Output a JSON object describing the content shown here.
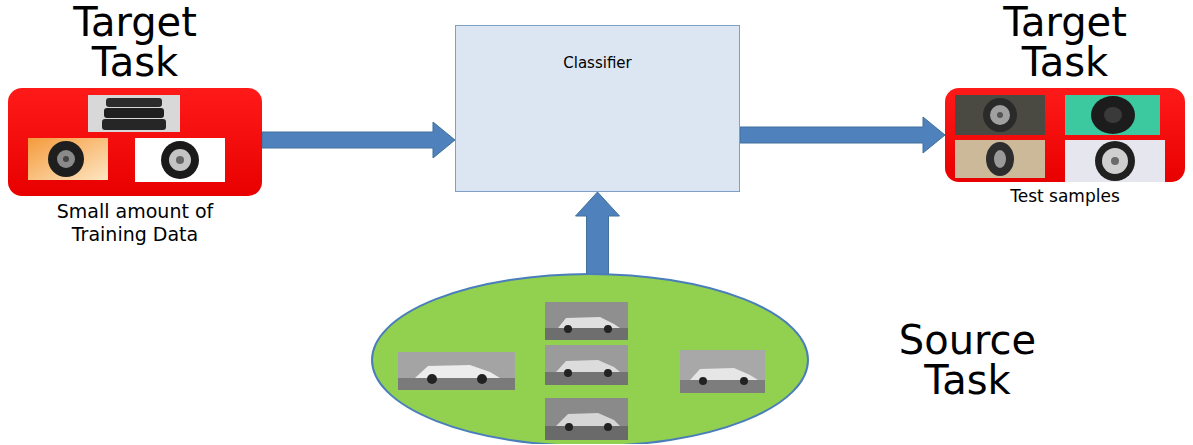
{
  "diagram": {
    "nodes": [
      {
        "text": [
          "Target Task",
          "Small amount of Training Data"
        ]
      },
      {
        "text": [
          "Classifier"
        ]
      },
      {
        "text": [
          "Target Task",
          "Test samples"
        ]
      },
      {
        "text": [
          "Source Task"
        ]
      }
    ],
    "edges": [
      {
        "from": 0,
        "to": 1,
        "arrow": "to"
      },
      {
        "from": 1,
        "to": 2,
        "arrow": "to"
      },
      {
        "from": 3,
        "to": 1,
        "arrow": "to"
      }
    ]
  }
}
